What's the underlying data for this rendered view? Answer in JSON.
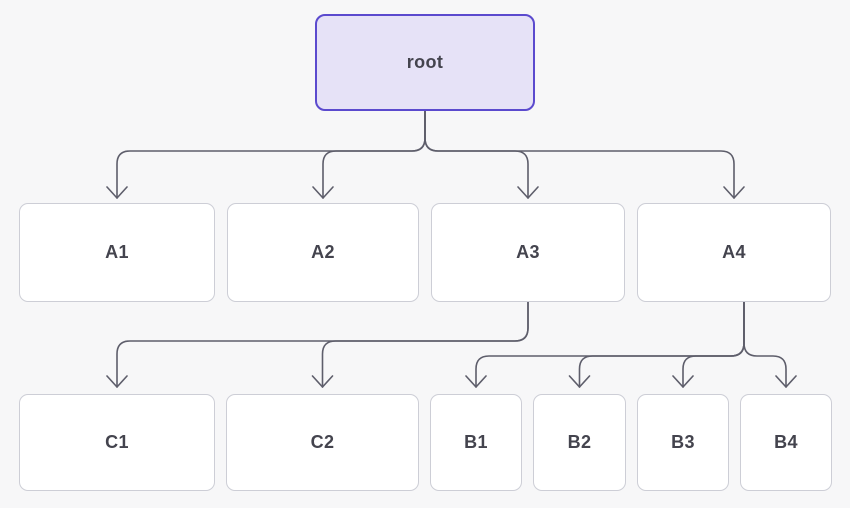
{
  "diagram": {
    "nodes": [
      {
        "id": "root",
        "label": "root",
        "parent": null
      },
      {
        "id": "A1",
        "label": "A1",
        "parent": "root"
      },
      {
        "id": "A2",
        "label": "A2",
        "parent": "root"
      },
      {
        "id": "A3",
        "label": "A3",
        "parent": "root"
      },
      {
        "id": "A4",
        "label": "A4",
        "parent": "root"
      },
      {
        "id": "C1",
        "label": "C1",
        "parent": "A3"
      },
      {
        "id": "C2",
        "label": "C2",
        "parent": "A3"
      },
      {
        "id": "B1",
        "label": "B1",
        "parent": "A4"
      },
      {
        "id": "B2",
        "label": "B2",
        "parent": "A4"
      },
      {
        "id": "B3",
        "label": "B3",
        "parent": "A4"
      },
      {
        "id": "B4",
        "label": "B4",
        "parent": "A4"
      }
    ],
    "colors": {
      "background": "#f7f7f8",
      "edge": "#5e5e6b",
      "node_fill": "#ffffff",
      "node_border": "#cdced6",
      "root_fill": "#e6e2f7",
      "root_border": "#5b4ace",
      "text": "#44444e"
    }
  }
}
